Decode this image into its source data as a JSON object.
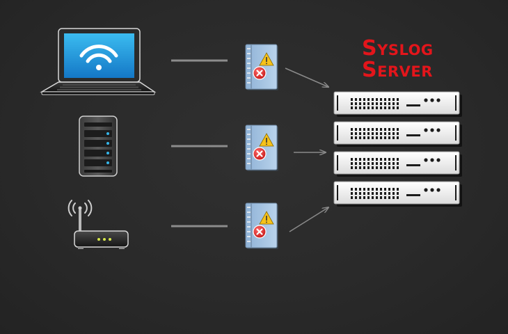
{
  "diagram": {
    "title_line1": "Syslog",
    "title_line2": "Server",
    "title_color": "#e3151b",
    "background_color": "#2a2a2a",
    "sources": [
      {
        "id": "laptop",
        "icon": "laptop-wifi-icon"
      },
      {
        "id": "server",
        "icon": "server-tower-icon"
      },
      {
        "id": "router",
        "icon": "wifi-router-icon"
      }
    ],
    "log_icon": "log-notebook-warning-icon",
    "destination_icon": "rack-server-stack-icon",
    "rack_units": 4
  }
}
